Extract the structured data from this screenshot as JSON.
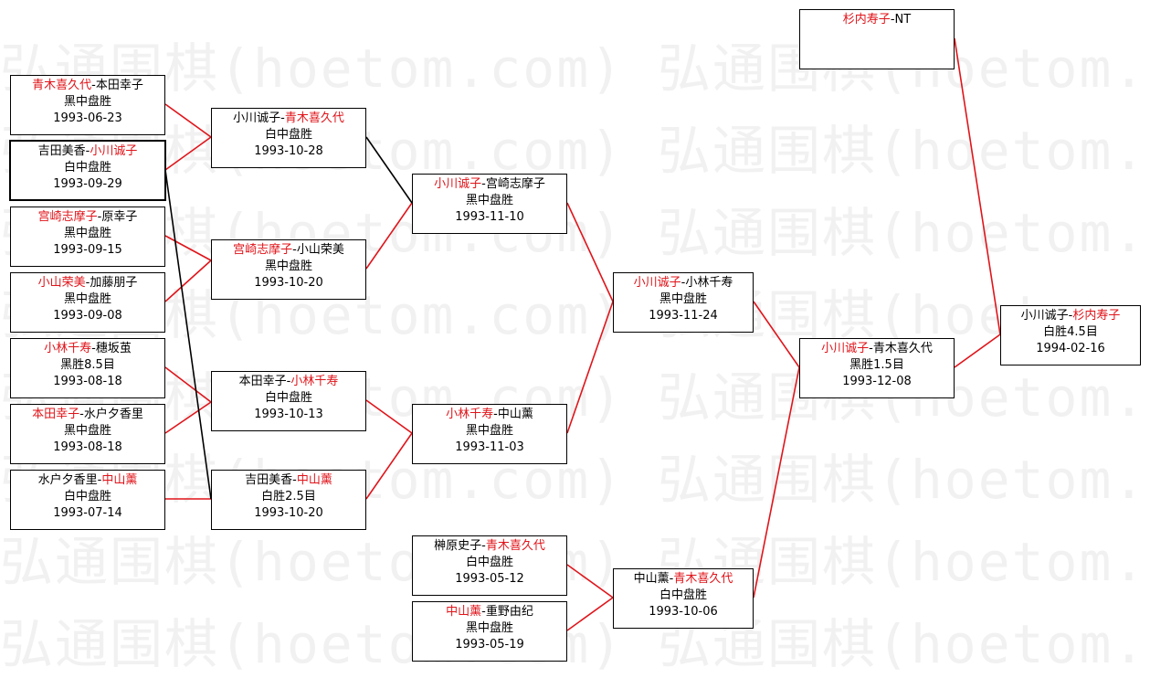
{
  "watermark": "弘通围棋(hoetom.com)",
  "colors": {
    "winner": "#e0141a",
    "win_line": "#e0141a",
    "loss_line": "#000000"
  },
  "games": {
    "g01": {
      "p1": "青木喜久代",
      "sep": "-",
      "p2": "本田幸子",
      "winner": "p1",
      "result": "黑中盘胜",
      "date": "1993-06-23"
    },
    "g02": {
      "p1": "吉田美香",
      "sep": "-",
      "p2": "小川诚子",
      "winner": "p2",
      "result": "白中盘胜",
      "date": "1993-09-29"
    },
    "g03": {
      "p1": "宫崎志摩子",
      "sep": "-",
      "p2": "原幸子",
      "winner": "p1",
      "result": "黑中盘胜",
      "date": "1993-09-15"
    },
    "g04": {
      "p1": "小山荣美",
      "sep": "-",
      "p2": "加藤朋子",
      "winner": "p1",
      "result": "黑中盘胜",
      "date": "1993-09-08"
    },
    "g05": {
      "p1": "小林千寿",
      "sep": "-",
      "p2": "穗坂茧",
      "winner": "p1",
      "result": "黑胜8.5目",
      "date": "1993-08-18"
    },
    "g06": {
      "p1": "本田幸子",
      "sep": "-",
      "p2": "水户夕香里",
      "winner": "p1",
      "result": "黑中盘胜",
      "date": "1993-08-18"
    },
    "g07": {
      "p1": "水户夕香里",
      "sep": "-",
      "p2": "中山薰",
      "winner": "p2",
      "result": "白中盘胜",
      "date": "1993-07-14"
    },
    "g08": {
      "p1": "小川诚子",
      "sep": "-",
      "p2": "青木喜久代",
      "winner": "p2",
      "result": "白中盘胜",
      "date": "1993-10-28"
    },
    "g09": {
      "p1": "宫崎志摩子",
      "sep": "-",
      "p2": "小山荣美",
      "winner": "p1",
      "result": "黑中盘胜",
      "date": "1993-10-20"
    },
    "g10": {
      "p1": "本田幸子",
      "sep": "-",
      "p2": "小林千寿",
      "winner": "p2",
      "result": "白中盘胜",
      "date": "1993-10-13"
    },
    "g11": {
      "p1": "吉田美香",
      "sep": "-",
      "p2": "中山薰",
      "winner": "p2",
      "result": "白胜2.5目",
      "date": "1993-10-20"
    },
    "g12": {
      "p1": "小川诚子",
      "sep": "-",
      "p2": "宫崎志摩子",
      "winner": "p1",
      "result": "黑中盘胜",
      "date": "1993-11-10"
    },
    "g13": {
      "p1": "小林千寿",
      "sep": "-",
      "p2": "中山薰",
      "winner": "p1",
      "result": "黑中盘胜",
      "date": "1993-11-03"
    },
    "g14": {
      "p1": "榊原史子",
      "sep": "-",
      "p2": "青木喜久代",
      "winner": "p2",
      "result": "白中盘胜",
      "date": "1993-05-12"
    },
    "g15": {
      "p1": "中山薰",
      "sep": "-",
      "p2": "重野由纪",
      "winner": "p1",
      "result": "黑中盘胜",
      "date": "1993-05-19"
    },
    "g16": {
      "p1": "小川诚子",
      "sep": "-",
      "p2": "小林千寿",
      "winner": "p1",
      "result": "黑中盘胜",
      "date": "1993-11-24"
    },
    "g17": {
      "p1": "中山薰",
      "sep": "-",
      "p2": "青木喜久代",
      "winner": "p2",
      "result": "白中盘胜",
      "date": "1993-10-06"
    },
    "g18": {
      "p1": "小川诚子",
      "sep": "-",
      "p2": "青木喜久代",
      "winner": "p1",
      "result": "黑胜1.5目",
      "date": "1993-12-08"
    },
    "g19": {
      "p1": "杉内寿子",
      "sep": "-",
      "p2": "NT",
      "winner": "p1",
      "result": "",
      "date": ""
    },
    "g20": {
      "p1": "小川诚子",
      "sep": "-",
      "p2": "杉内寿子",
      "winner": "p2",
      "result": "白胜4.5目",
      "date": "1994-02-16"
    }
  }
}
